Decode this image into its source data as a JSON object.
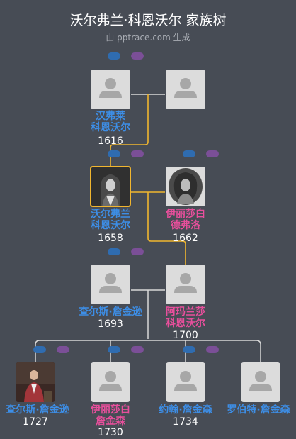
{
  "header": {
    "title": "沃尔弗兰·科恩沃尔 家族树",
    "subtitle": "由 pptrace.com 生成"
  },
  "colors": {
    "background": "#474c55",
    "male": "#3d8ee6",
    "female": "#e84f9c",
    "highlight_line": "#f1b62f",
    "line": "#d8d8d8"
  },
  "people": [
    {
      "name": "汉弗莱\n科恩沃尔",
      "year": "1616",
      "gender": "m"
    },
    {
      "name": "",
      "year": "",
      "gender": "f"
    },
    {
      "name": "沃尔弗兰\n科恩沃尔",
      "year": "1658",
      "gender": "m"
    },
    {
      "name": "伊丽莎白\n德弗洛",
      "year": "1662",
      "gender": "f"
    },
    {
      "name": "查尔斯·詹金逊",
      "year": "1693",
      "gender": "m"
    },
    {
      "name": "阿玛兰莎\n科恩沃尔",
      "year": "1700",
      "gender": "f"
    },
    {
      "name": "查尔斯·詹金逊",
      "year": "1727",
      "gender": "m"
    },
    {
      "name": "伊丽莎白\n詹金森",
      "year": "1730",
      "gender": "f"
    },
    {
      "name": "约翰·詹金森",
      "year": "1734",
      "gender": "m"
    },
    {
      "name": "罗伯特·詹金森",
      "year": "",
      "gender": "m"
    }
  ]
}
